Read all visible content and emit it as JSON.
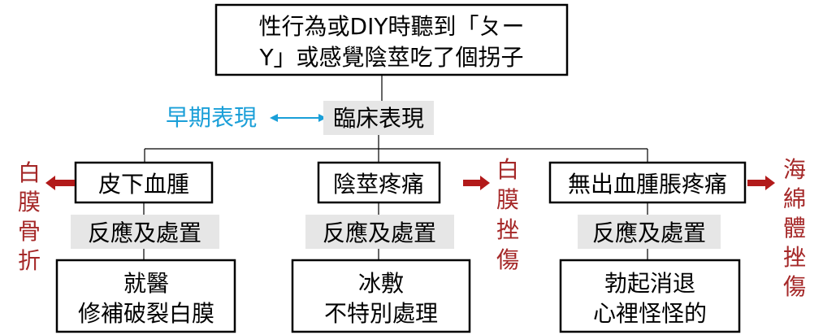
{
  "top_box": {
    "line1": "性行為或DIY時聽到「ㄆー",
    "line2": "Y」或感覺陰莖吃了個拐子"
  },
  "early_signs_label": "早期表現",
  "clinical_label": "臨床表現",
  "branches": [
    {
      "symptom": "皮下血腫",
      "response_label": "反應及處置",
      "action_line1": "就醫",
      "action_line2": "修補破裂白膜"
    },
    {
      "symptom": "陰莖疼痛",
      "response_label": "反應及處置",
      "action_line1": "冰敷",
      "action_line2": "不特別處理"
    },
    {
      "symptom": "無出血腫脹疼痛",
      "response_label": "反應及處置",
      "action_line1": "勃起消退",
      "action_line2": "心裡怪怪的"
    }
  ],
  "side_labels": {
    "left": [
      "白",
      "膜",
      "骨",
      "折"
    ],
    "middle": [
      "白",
      "膜",
      "挫",
      "傷"
    ],
    "right": [
      "海",
      "綿",
      "體",
      "挫",
      "傷"
    ]
  },
  "colors": {
    "early_blue": "#1a9fd8",
    "dark_red": "#a52828",
    "arrow_red": "#b21a1a",
    "gray_fill": "#e6e6e6",
    "line": "#000000"
  }
}
